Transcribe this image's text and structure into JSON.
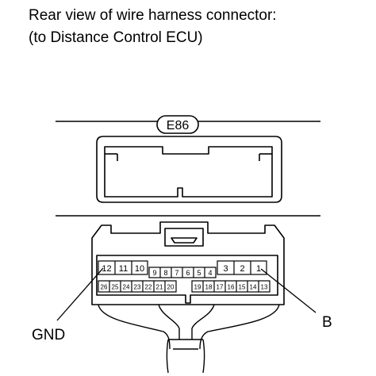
{
  "header": {
    "line1": "Rear view of wire harness connector:",
    "line2": "(to Distance Control ECU)"
  },
  "connector": {
    "code": "E86",
    "upper_row_left": [
      "12",
      "11",
      "10"
    ],
    "upper_row_middle": [
      "9",
      "8",
      "7",
      "6",
      "5",
      "4"
    ],
    "upper_row_right": [
      "3",
      "2",
      "1"
    ],
    "lower_row_left": [
      "26",
      "25",
      "24",
      "23",
      "22",
      "21",
      "20"
    ],
    "lower_row_right": [
      "19",
      "18",
      "17",
      "16",
      "15",
      "14",
      "13"
    ]
  },
  "callouts": {
    "left": "GND",
    "right": "B"
  }
}
